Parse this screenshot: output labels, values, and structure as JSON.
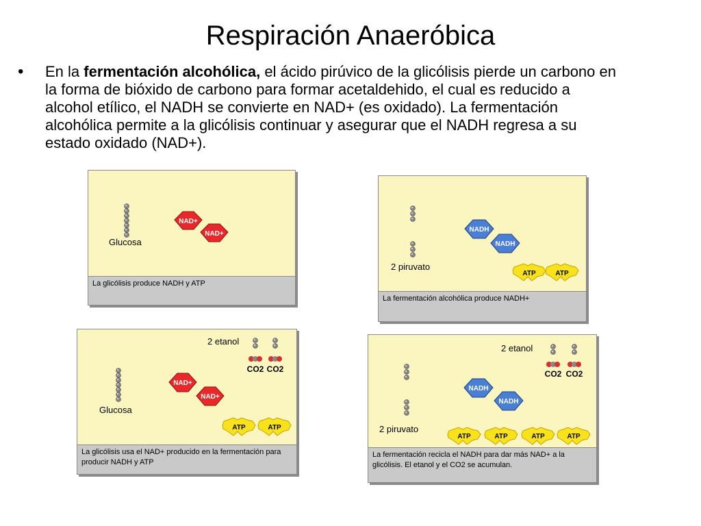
{
  "slide": {
    "title": "Respiración Anaeróbica",
    "bullet": {
      "prefix": "En la ",
      "bold": "fermentación alcohólica,",
      "rest": " el ácido pirúvico de la glicólisis pierde un carbono en la forma de bióxido de carbono para formar acetaldehido, el cual es reducido a alcohol etílico, el NADH se convierte en NAD+ (es oxidado). La fermentación alcohólica permite a la glicólisis continuar y asegurar que el NADH regresa a su estado oxidado (NAD+)."
    }
  },
  "colors": {
    "panel_bg": "#fbf5c0",
    "caption_bg": "#c9c9c9",
    "nad_red": "#e8282a",
    "nadh_blue": "#4a7fd6",
    "atp_yellow": "#f7e21b",
    "molecule_grey": "#888888",
    "o_red": "#d63030"
  },
  "labels": {
    "glucosa": "Glucosa",
    "piruvato": "2 piruvato",
    "etanol": "2 etanol",
    "nad": "NAD+",
    "nadh": "NADH",
    "atp": "ATP",
    "co2": "CO2"
  },
  "panels": [
    {
      "caption": "La glicólisis produce NADH y ATP"
    },
    {
      "caption": "La fermentación alcohólica produce NADH+"
    },
    {
      "caption": "La glicólisis usa el NAD+ producido en la fermentación para producir NADH y ATP"
    },
    {
      "caption": "La fermentación recicla el NADH para dar más NAD+ a la glicólisis. El etanol y el CO2 se acumulan."
    }
  ]
}
